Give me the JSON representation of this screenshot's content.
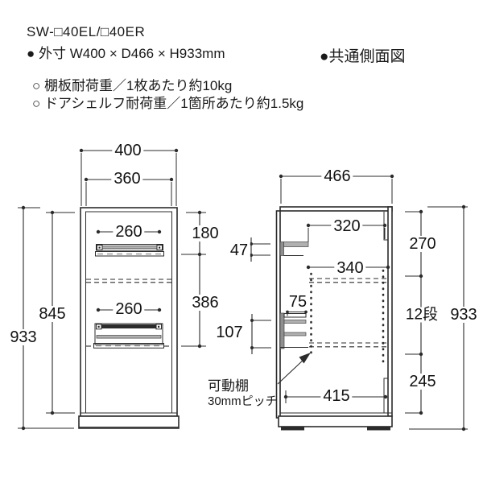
{
  "header": {
    "model": "SW-□40EL/□40ER",
    "outer_dims": "● 外寸 W400 × D466 × H933mm",
    "side_note": "●共通側面図",
    "load_shelf": "○ 棚板耐荷重／1枚あたり約10kg",
    "load_door_shelf": "○ ドアシェルフ耐荷重／1箇所あたり約1.5kg"
  },
  "front_view": {
    "width_outer": "400",
    "width_inner": "360",
    "shelf_upper_width": "260",
    "shelf_lower_width": "260",
    "height_total": "933",
    "height_interior": "845",
    "section_top": "180",
    "section_middle": "386"
  },
  "side_view": {
    "depth_outer": "466",
    "depth_top_clear": "320",
    "shelf_depth": "340",
    "door_shelf_upper_height": "47",
    "door_shelf_lower_height": "107",
    "pocket_depth": "75",
    "depth_bottom_clear": "415",
    "section_top": "270",
    "pitch_count": "12段",
    "section_bottom": "245",
    "height_total": "933",
    "movable_note_line1": "可動棚",
    "movable_note_line2": "30mmピッチ"
  },
  "colors": {
    "line": "#2b2b2b",
    "text": "#111111",
    "shelf_gray": "#b0b0b0"
  }
}
